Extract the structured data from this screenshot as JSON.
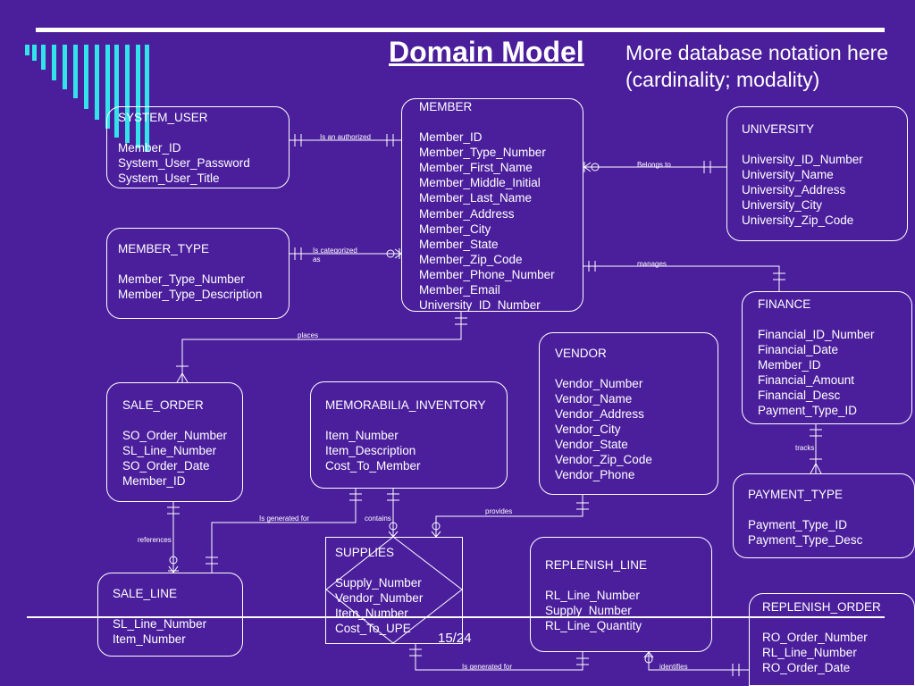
{
  "slide": {
    "title": "Domain Model",
    "subtitle": "More database notation here (cardinality; modality)",
    "page_number": "15/24"
  },
  "entities": {
    "system_user": {
      "name": "SYSTEM_USER",
      "attributes": [
        "Member_ID",
        "System_User_Password",
        "System_User_Title"
      ]
    },
    "member_type": {
      "name": "MEMBER_TYPE",
      "attributes": [
        "Member_Type_Number",
        "Member_Type_Description"
      ]
    },
    "member": {
      "name": "MEMBER",
      "attributes": [
        "Member_ID",
        "Member_Type_Number",
        "Member_First_Name",
        "Member_Middle_Initial",
        "Member_Last_Name",
        "Member_Address",
        "Member_City",
        "Member_State",
        "Member_Zip_Code",
        "Member_Phone_Number",
        "Member_Email",
        "University_ID_Number"
      ]
    },
    "university": {
      "name": "UNIVERSITY",
      "attributes": [
        "University_ID_Number",
        "University_Name",
        "University_Address",
        "University_City",
        "University_Zip_Code"
      ]
    },
    "finance": {
      "name": "FINANCE",
      "attributes": [
        "Financial_ID_Number",
        "Financial_Date",
        "Member_ID",
        "Financial_Amount",
        "Financial_Desc",
        "Payment_Type_ID"
      ]
    },
    "vendor": {
      "name": "VENDOR",
      "attributes": [
        "Vendor_Number",
        "Vendor_Name",
        "Vendor_Address",
        "Vendor_City",
        "Vendor_State",
        "Vendor_Zip_Code",
        "Vendor_Phone"
      ]
    },
    "sale_order": {
      "name": "SALE_ORDER",
      "attributes": [
        "SO_Order_Number",
        "SL_Line_Number",
        "SO_Order_Date",
        "Member_ID"
      ]
    },
    "memorabilia_inventory": {
      "name": "MEMORABILIA_INVENTORY",
      "attributes": [
        "Item_Number",
        "Item_Description",
        "Cost_To_Member"
      ]
    },
    "payment_type": {
      "name": "PAYMENT_TYPE",
      "attributes": [
        "Payment_Type_ID",
        "Payment_Type_Desc"
      ]
    },
    "supplies": {
      "name": "SUPPLIES",
      "attributes": [
        "Supply_Number",
        "Vendor_Number",
        "Item_Number",
        "Cost_To_UPE"
      ]
    },
    "replenish_line": {
      "name": "REPLENISH_LINE",
      "attributes": [
        "RL_Line_Number",
        "Supply_Number",
        "RL_Line_Quantity"
      ]
    },
    "sale_line": {
      "name": "SALE_LINE",
      "attributes": [
        "SL_Line_Number",
        "Item_Number"
      ]
    },
    "replenish_order": {
      "name": "REPLENISH_ORDER",
      "attributes": [
        "RO_Order_Number",
        "RL_Line_Number",
        "RO_Order_Date"
      ]
    }
  },
  "relationships": {
    "is_an_authorized": "Is an authorized",
    "belongs_to": "Belongs to",
    "is_categorized_as": "Is categorized as",
    "manages": "manages",
    "places": "places",
    "tracks": "tracks",
    "is_generated_for_sale": "Is generated for",
    "contains": "contains",
    "provides": "provides",
    "references": "references",
    "is_generated_for_replenish": "Is generated for",
    "identifies": "identifies"
  },
  "colors": {
    "background": "#4b1f9c",
    "foreground": "#ffffff",
    "accent_stripe": "#33e3ea"
  }
}
